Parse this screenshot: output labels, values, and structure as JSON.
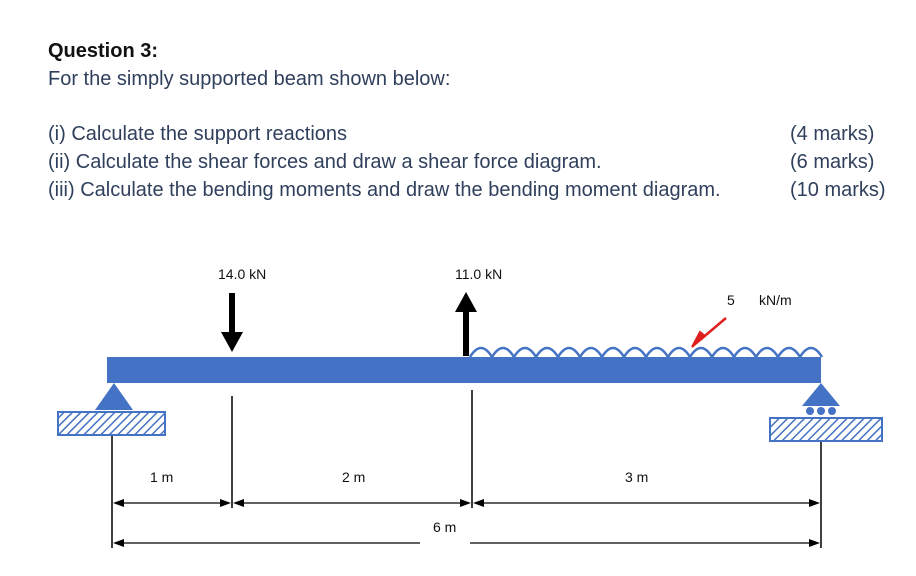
{
  "question": {
    "title": "Question 3:",
    "intro": "For the simply supported beam shown below:",
    "items": [
      {
        "text": "(i)  Calculate the support reactions",
        "marks": "(4 marks)"
      },
      {
        "text": "(ii) Calculate the shear forces and draw a shear force diagram.",
        "marks": "(6 marks)"
      },
      {
        "text": "(iii) Calculate the bending moments and draw the bending moment diagram.",
        "marks": "(10 marks)"
      }
    ]
  },
  "diagram": {
    "point_load_down": "14.0  kN",
    "point_load_up": "11.0  kN",
    "udl_value": "5",
    "udl_unit": "kN/m",
    "dim_1": "1 m",
    "dim_2": "2 m",
    "dim_3": "3 m",
    "dim_total": "6 m",
    "colors": {
      "beam": "#4472c4",
      "arrow_pointer": "#e02020",
      "ground_hatch": "#4472c4"
    }
  }
}
